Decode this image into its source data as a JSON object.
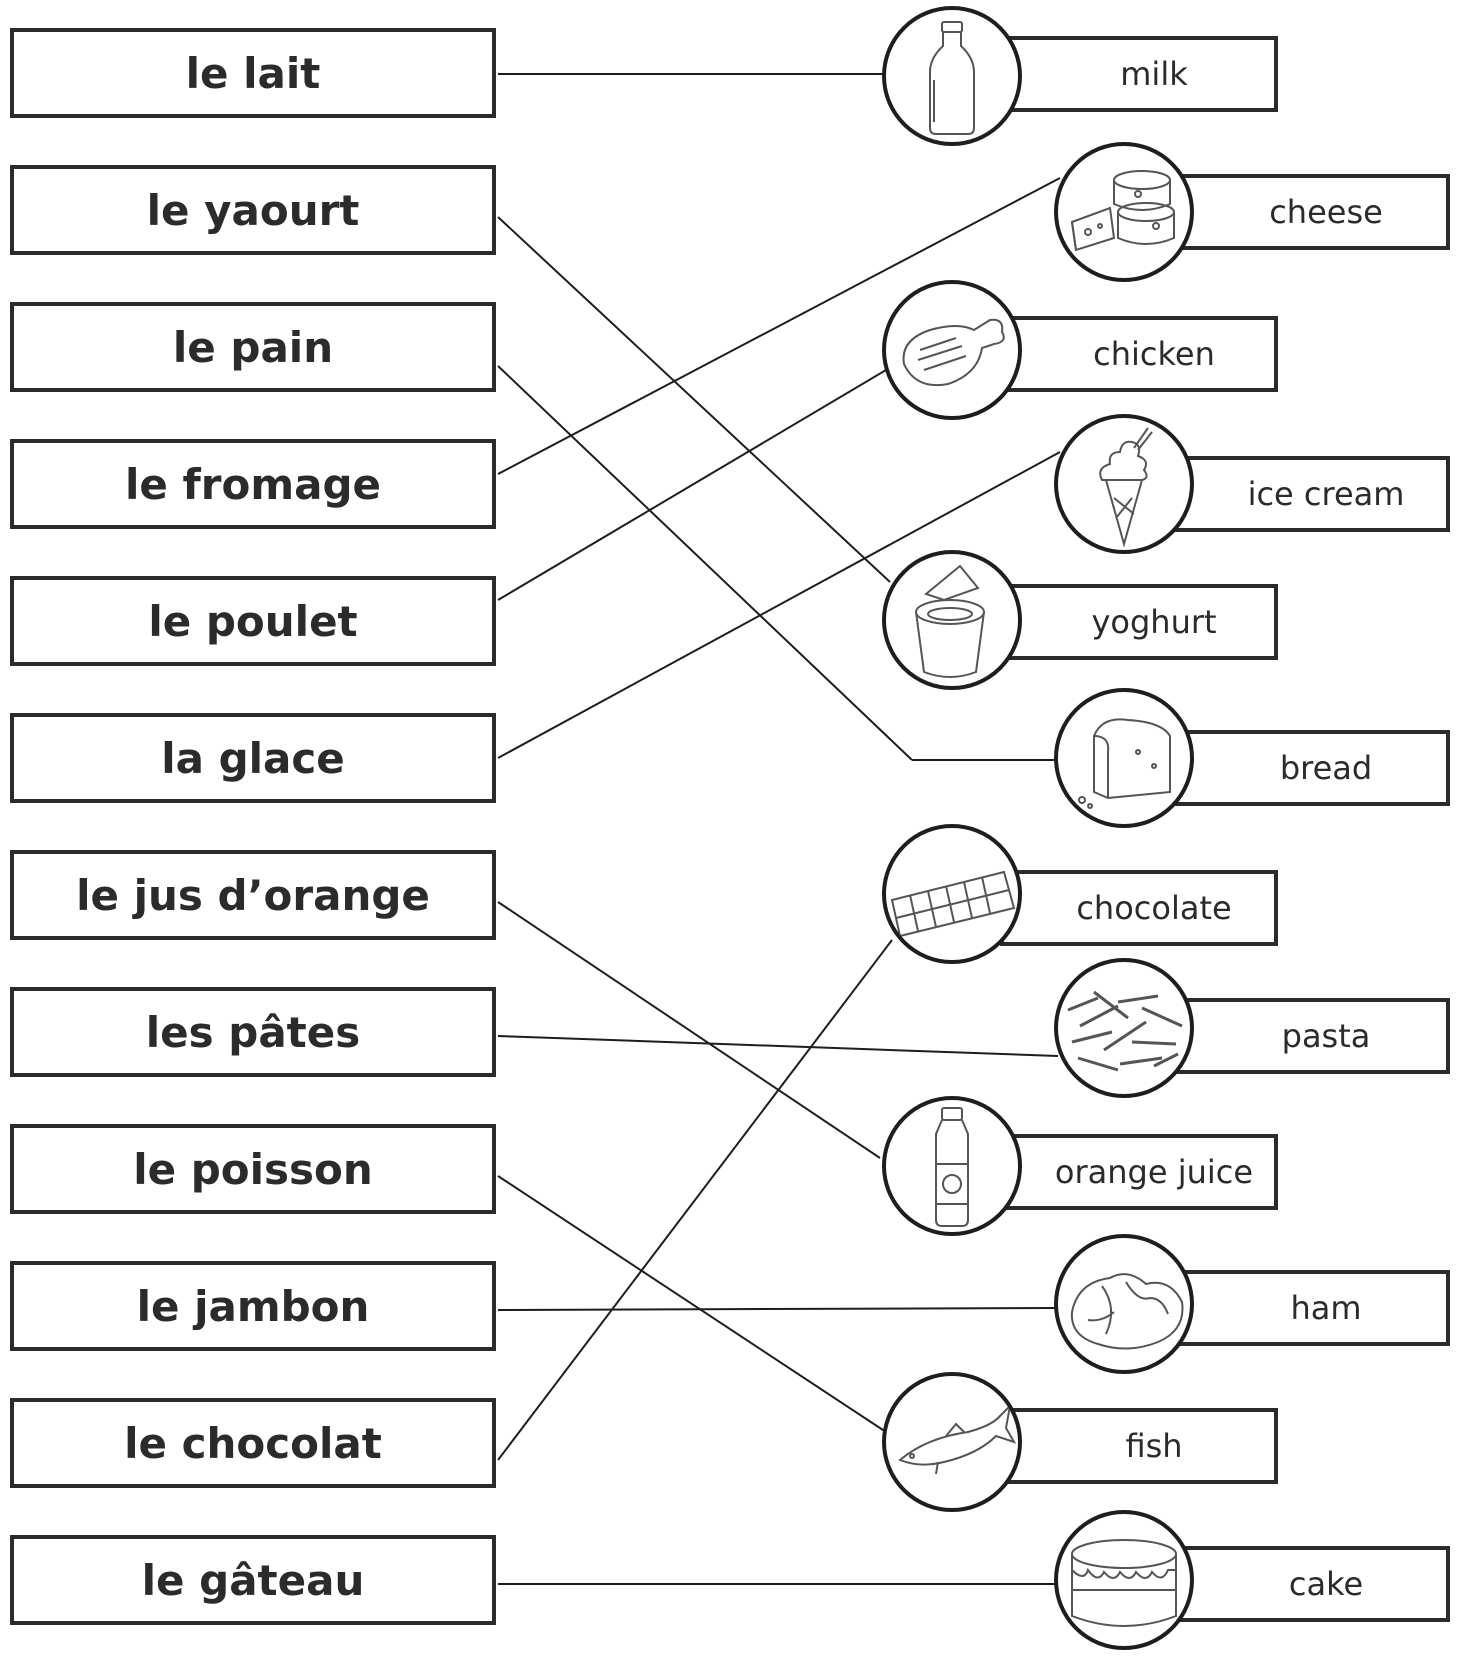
{
  "french_words": [
    "le lait",
    "le yaourt",
    "le pain",
    "le fromage",
    "le poulet",
    "la glace",
    "le jus d’orange",
    "les pâtes",
    "le poisson",
    "le jambon",
    "le chocolat",
    "le gâteau"
  ],
  "english_words": [
    {
      "label": "milk",
      "icon": "milk-bottle-icon"
    },
    {
      "label": "cheese",
      "icon": "cheese-icon"
    },
    {
      "label": "chicken",
      "icon": "chicken-leg-icon"
    },
    {
      "label": "ice cream",
      "icon": "ice-cream-icon"
    },
    {
      "label": "yoghurt",
      "icon": "yoghurt-icon"
    },
    {
      "label": "bread",
      "icon": "bread-icon"
    },
    {
      "label": "chocolate",
      "icon": "chocolate-bar-icon"
    },
    {
      "label": "pasta",
      "icon": "pasta-icon"
    },
    {
      "label": "orange juice",
      "icon": "juice-bottle-icon"
    },
    {
      "label": "ham",
      "icon": "ham-icon"
    },
    {
      "label": "fish",
      "icon": "fish-icon"
    },
    {
      "label": "cake",
      "icon": "cake-icon"
    }
  ],
  "matches": [
    {
      "french": "le lait",
      "english": "milk"
    },
    {
      "french": "le yaourt",
      "english": "yoghurt"
    },
    {
      "french": "le pain",
      "english": "bread"
    },
    {
      "french": "le fromage",
      "english": "cheese"
    },
    {
      "french": "le poulet",
      "english": "chicken"
    },
    {
      "french": "la glace",
      "english": "ice cream"
    },
    {
      "french": "le jus d’orange",
      "english": "orange juice"
    },
    {
      "french": "les pâtes",
      "english": "pasta"
    },
    {
      "french": "le poisson",
      "english": "fish"
    },
    {
      "french": "le jambon",
      "english": "ham"
    },
    {
      "french": "le chocolat",
      "english": "chocolate"
    },
    {
      "french": "le gâteau",
      "english": "cake"
    }
  ]
}
